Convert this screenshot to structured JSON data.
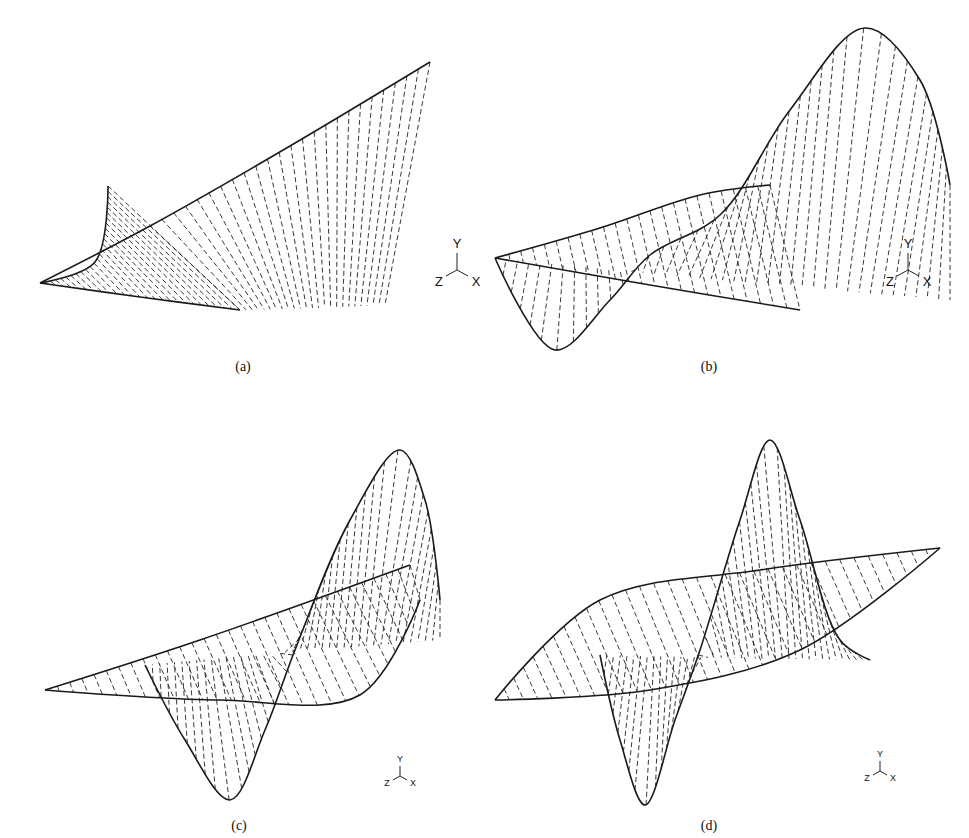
{
  "diagram": {
    "labels": [
      "Y",
      "Z",
      "X",
      "(a)",
      "Y",
      "Z",
      "X",
      "(b)",
      "Y",
      "Z",
      "X",
      "(c)",
      "Y",
      "Z",
      "X",
      "(d)"
    ]
  }
}
